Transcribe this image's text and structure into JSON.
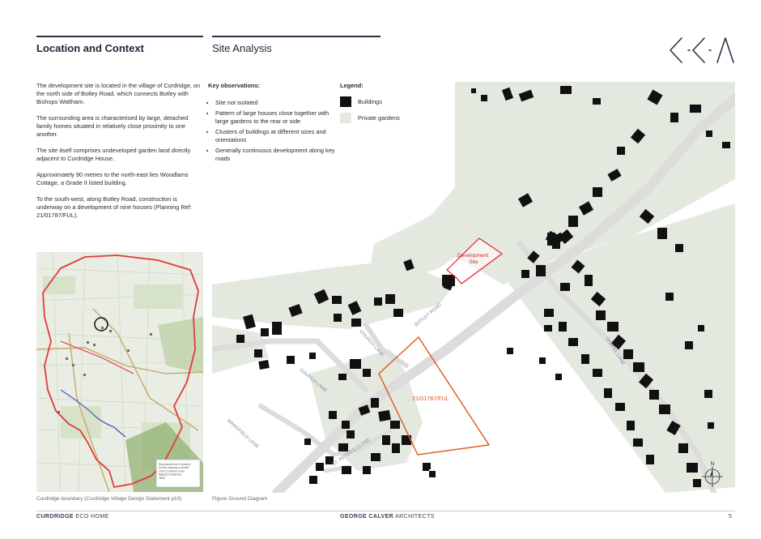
{
  "header": {
    "left_title": "Location and Context",
    "right_title": "Site Analysis"
  },
  "intro_paragraphs": [
    "The development site is located in the village of Curdridge, on the north side of Botley Road, which connects Botley with Bishops Waltham.",
    "The surrounding area is characterised by large, detached family homes situated in relatively close proximity to one another.",
    "The site itself comprises undeveloped garden land directly adjacent to Curdridge House.",
    "Approximately 90 metres to the north-east lies Woodlams Cottage, a Grade II listed building.",
    "To the south-west, along Botley Road, construction is underway on a development of nine houses (Planning Ref: 21/01787/FUL)."
  ],
  "observations": {
    "title": "Key observations:",
    "items": [
      "Site not isolated",
      "Pattern of large houses close together with large gardens to the rear or side",
      "Clusters of buildings at different sizes and orientations",
      "Generally continuous development along key roads"
    ]
  },
  "legend": {
    "title": "Legend:",
    "items": [
      {
        "label": "Buildings",
        "color": "#111111"
      },
      {
        "label": "Private gardens",
        "color": "#e3e9df"
      }
    ]
  },
  "map_labels": {
    "development_site": [
      "Development",
      "Site"
    ],
    "planning_ref": "21/01787/FUL",
    "north": "N",
    "roads": {
      "botley_road": "BOTLEY ROAD",
      "church_lane_1": "CHURCH LANE",
      "church_lane_2": "CHURCH LANE",
      "chapel_lane": "CHAPEL LANE",
      "wangfield_lane": "WANGFIELD LANE",
      "st_peters_close": "ST. PETER'S CLOSE"
    }
  },
  "location_map_note": "Reproduced from Ordnance Survey mapping on behalf of the Controller of Her Majesty's Stationery Office",
  "captions": {
    "location_map": "Curdridge boundary (Curdridge Village Design Statement p10)",
    "figure_ground": "Figure Ground Diagram"
  },
  "footer": {
    "project_bold": "CURDRIDGE",
    "project_rest": " ECO HOME",
    "firm_bold": "GEORGE CALVER",
    "firm_rest": " ARCHITECTS",
    "page": "5"
  },
  "colors": {
    "navy": "#2c3347",
    "site_red": "#e4202a",
    "planning_orange": "#e0561f",
    "garden": "#e3e9df",
    "road": "#dcdcdc"
  }
}
